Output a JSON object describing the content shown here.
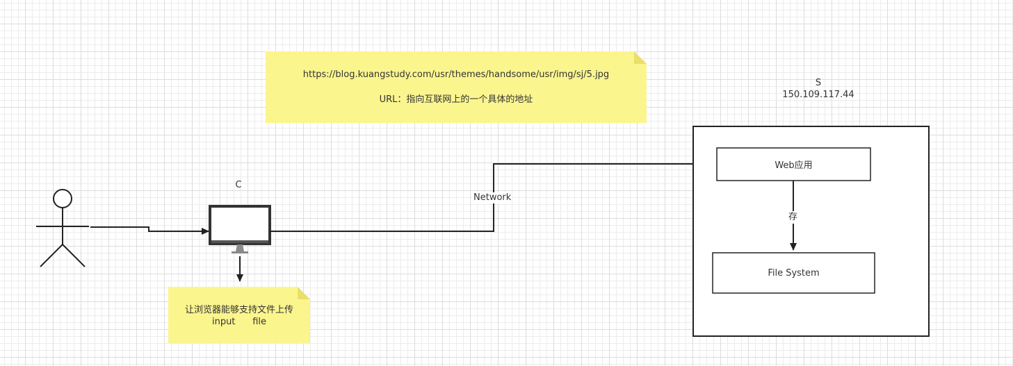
{
  "url_note": {
    "url": "https://blog.kuangstudy.com/usr/themes/handsome/usr/img/sj/5.jpg",
    "description": "URL：指向互联网上的一个具体的地址"
  },
  "server": {
    "name": "S",
    "ip": "150.109.117.44",
    "web_app": "Web应用",
    "store_label": "存",
    "file_system": "File System"
  },
  "client": {
    "name": "C"
  },
  "network_label": "Network",
  "upload_note": {
    "line1": "让浏览器能够支持文件上传",
    "line2": "input      file"
  },
  "colors": {
    "note_fill": "#fbf58e",
    "line": "#222222",
    "grid": "#ececec"
  }
}
